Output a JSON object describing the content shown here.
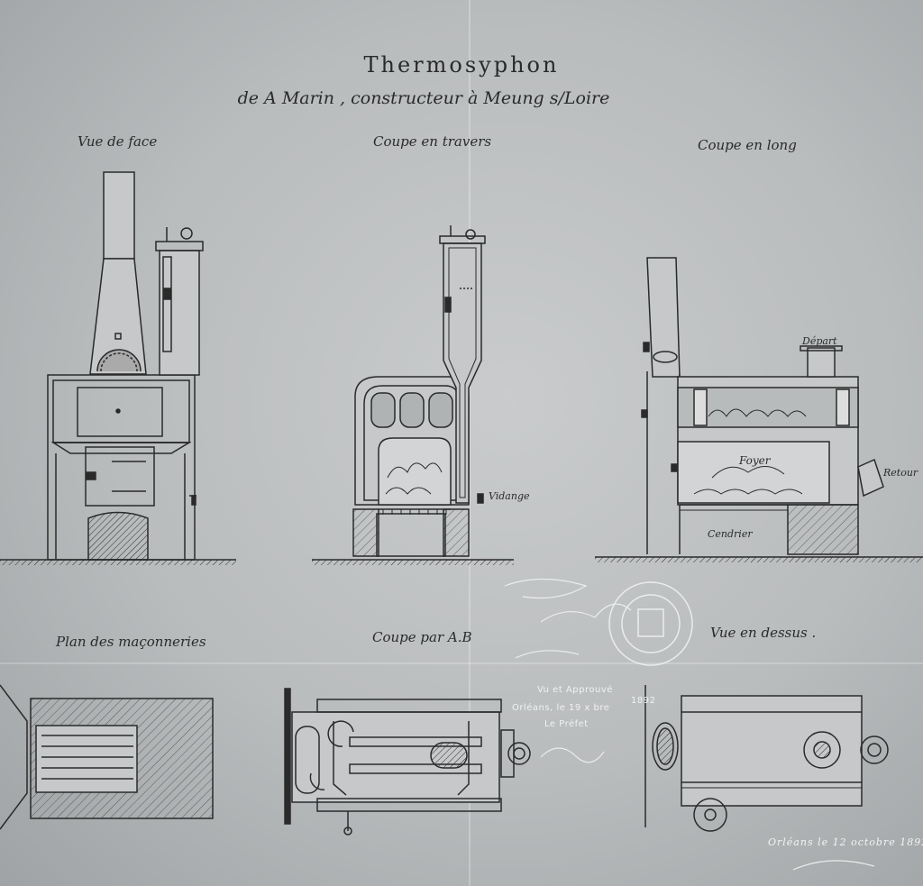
{
  "document": {
    "title": "Thermosyphon",
    "subtitle": "de A Marin , constructeur à Meung s/Loire",
    "views": {
      "front": "Vue de face",
      "cross": "Coupe en travers",
      "long": "Coupe en long",
      "plan": "Plan des maçonneries",
      "ab": "Coupe par A.B",
      "top": "Vue en dessus ."
    },
    "labels": {
      "vidange": "Vidange",
      "depart": "Départ",
      "foyer": "Foyer",
      "retour": "Retour",
      "cendrier": "Cendrier"
    },
    "stamp": {
      "vu_approuve": "Vu et Approuvé",
      "date": "Orléans, le 19 x bre",
      "year": "1892",
      "prefet": "Le Préfet"
    },
    "signature": "Orléans le 12 octobre 1892"
  },
  "colors": {
    "paper": "#b9bcbd",
    "ink": "#1c1c1c",
    "stamp": "#f1f1f1"
  }
}
